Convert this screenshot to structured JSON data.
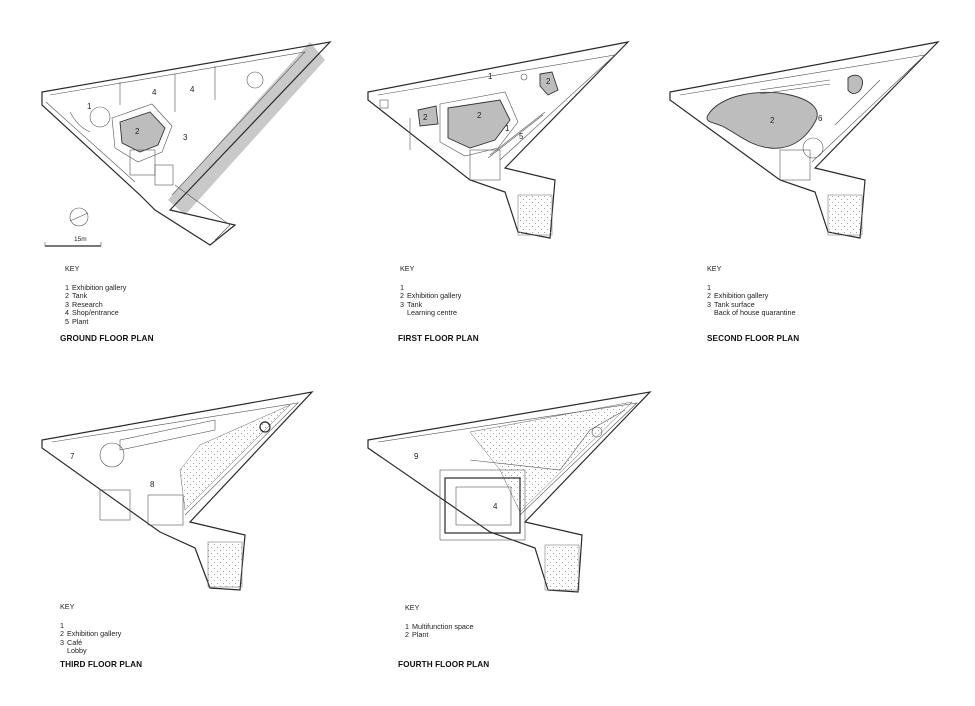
{
  "plans": [
    {
      "id": "ground",
      "title": "GROUND FLOOR PLAN",
      "key_title": "KEY",
      "key": [
        {
          "n": "1",
          "label": "Exhibition gallery"
        },
        {
          "n": "2",
          "label": "Tank"
        },
        {
          "n": "3",
          "label": "Research"
        },
        {
          "n": "4",
          "label": "Shop/entrance"
        },
        {
          "n": "5",
          "label": "Plant"
        }
      ],
      "scale_label": "15m"
    },
    {
      "id": "first",
      "title": "FIRST FLOOR PLAN",
      "key_title": "KEY",
      "key": [
        {
          "n": "1",
          "label": ""
        },
        {
          "n": "2",
          "label": "Exhibition gallery"
        },
        {
          "n": "3",
          "label": "Tank"
        },
        {
          "n": "",
          "label": "Learning centre"
        }
      ]
    },
    {
      "id": "second",
      "title": "SECOND FLOOR PLAN",
      "key_title": "KEY",
      "key": [
        {
          "n": "1",
          "label": ""
        },
        {
          "n": "2",
          "label": "Exhibition gallery"
        },
        {
          "n": "3",
          "label": "Tank surface"
        },
        {
          "n": "",
          "label": "Back of house quarantine"
        }
      ]
    },
    {
      "id": "third",
      "title": "THIRD FLOOR PLAN",
      "key_title": "KEY",
      "key": [
        {
          "n": "1",
          "label": ""
        },
        {
          "n": "2",
          "label": "Exhibition gallery"
        },
        {
          "n": "3",
          "label": "Café"
        },
        {
          "n": "",
          "label": "Lobby"
        }
      ]
    },
    {
      "id": "fourth",
      "title": "FOURTH FLOOR PLAN",
      "key_title": "KEY",
      "key": [
        {
          "n": "1",
          "label": "Multifunction space"
        },
        {
          "n": "2",
          "label": "Plant"
        }
      ]
    }
  ],
  "room_numbers": {
    "ground": [
      "1",
      "2",
      "3",
      "4",
      "4"
    ],
    "first": [
      "1",
      "2",
      "2",
      "2",
      "1",
      "5"
    ],
    "second": [
      "2",
      "6"
    ],
    "third": [
      "7",
      "8"
    ],
    "fourth": [
      "9",
      "4"
    ]
  }
}
